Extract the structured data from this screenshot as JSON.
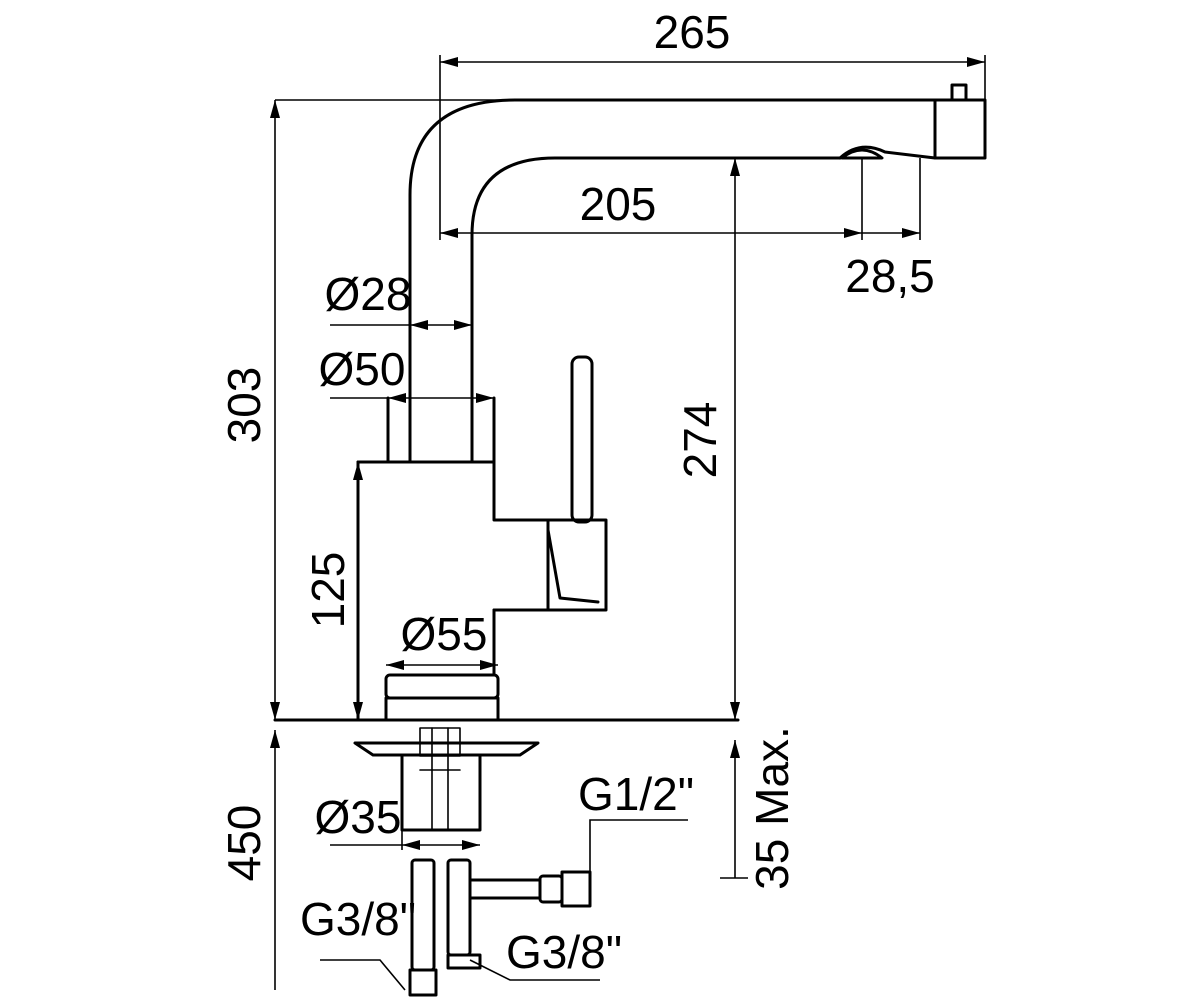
{
  "dimensions": {
    "overall_reach": "265",
    "spout_reach": "205",
    "outlet_offset": "28,5",
    "spout_tube_dia": "Ø28",
    "upper_body_dia": "Ø50",
    "overall_height": "303",
    "spout_height": "274",
    "body_height": "125",
    "base_dia": "Ø55",
    "mounting_hole_dia": "Ø35",
    "max_deck_thickness": "35 Max.",
    "hose_length": "450"
  },
  "connections": {
    "supply_left": "G3/8\"",
    "supply_right": "G3/8\"",
    "outlet_fitting": "G1/2\""
  }
}
